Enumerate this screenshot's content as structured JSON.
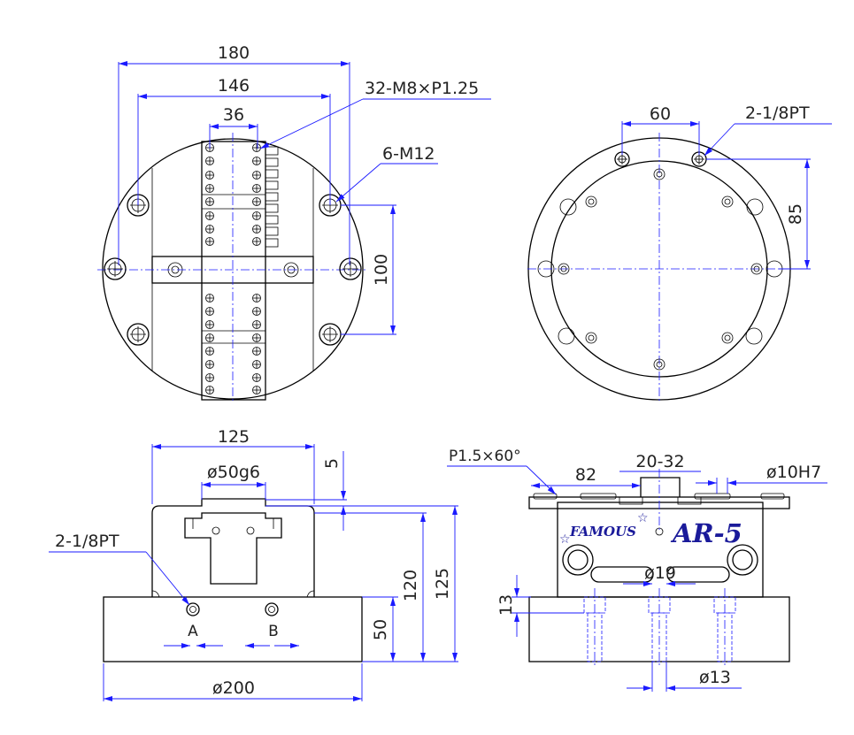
{
  "top_left": {
    "dim_width_outer": "180",
    "dim_width_inner": "146",
    "dim_slot": "36",
    "callout_holes": "32-M8×P1.25",
    "callout_bolts": "6-M12",
    "dim_vertical": "100"
  },
  "top_right": {
    "dim_ports": "60",
    "callout_ports": "2-1/8PT",
    "dim_vertical": "85"
  },
  "bottom_left": {
    "dim_width": "125",
    "dim_spigot": "ø50g6",
    "dim_step": "5",
    "callout_ports": "2-1/8PT",
    "dim_h120": "120",
    "dim_h125": "125",
    "dim_h50": "50",
    "port_a": "A",
    "port_b": "B",
    "dim_base": "ø200"
  },
  "bottom_right": {
    "callout_thread": "P1.5×60°",
    "dim_82": "82",
    "dim_range": "20-32",
    "dim_pin": "ø10H7",
    "dim_bore": "ø19",
    "dim_13h": "13",
    "dim_bore13": "ø13",
    "brand_name": "FAMOUS",
    "model": "AR-5"
  },
  "colors": {
    "outline": "#000000",
    "dimension": "#1a1aff",
    "brand": "#1a1a9a"
  }
}
